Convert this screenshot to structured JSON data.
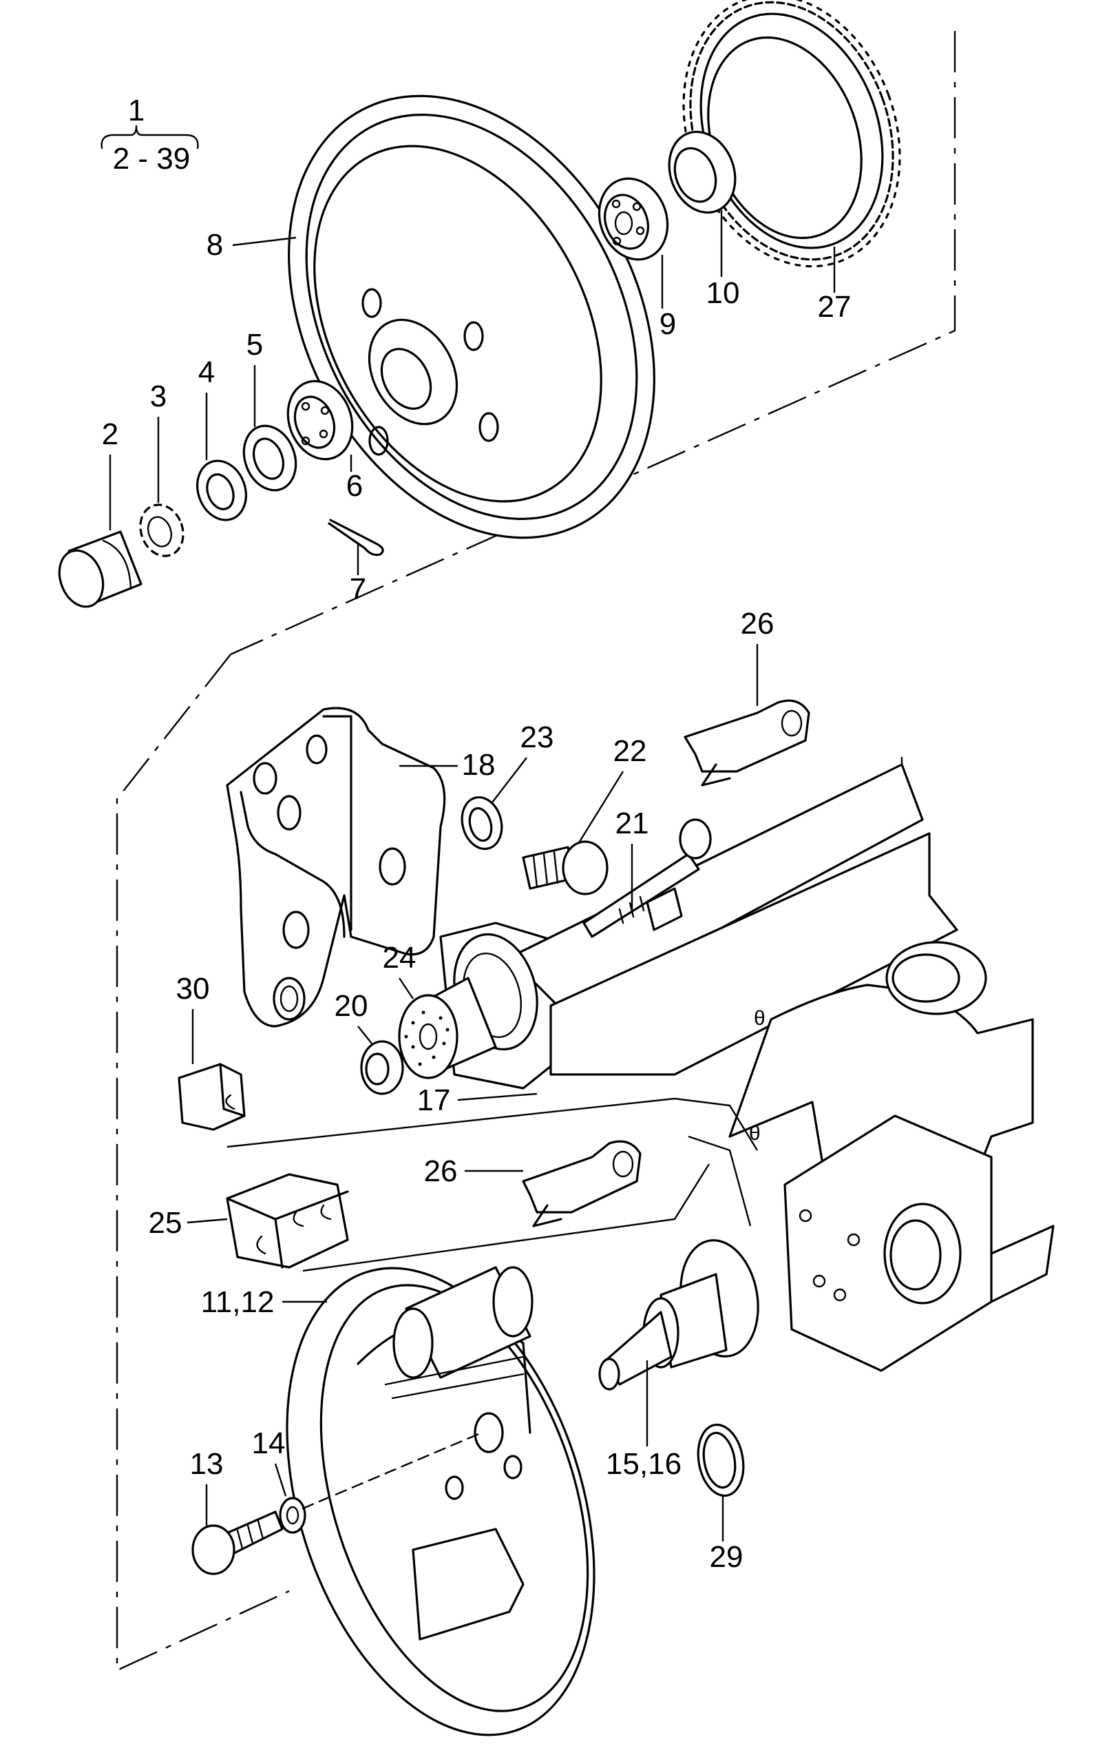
{
  "group_header": {
    "top": "1",
    "range": "2 - 39"
  },
  "callouts": {
    "c2": "2",
    "c3": "3",
    "c4": "4",
    "c5": "5",
    "c6": "6",
    "c7": "7",
    "c8": "8",
    "c9": "9",
    "c10": "10",
    "c27": "27",
    "c26a": "26",
    "c23": "23",
    "c22": "22",
    "c18": "18",
    "c21": "21",
    "c24": "24",
    "c30": "30",
    "c20": "20",
    "c17": "17",
    "c26b": "26",
    "c25": "25",
    "c11": "11,12",
    "c13": "13",
    "c14": "14",
    "c15": "15,16",
    "c29": "29"
  },
  "marks": {
    "theta1": "θ",
    "theta2": "θ"
  }
}
